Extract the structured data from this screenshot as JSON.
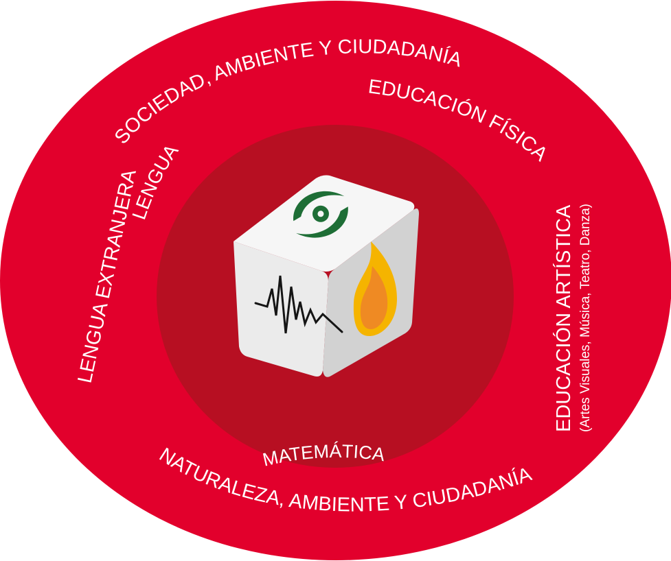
{
  "colors": {
    "outer_ring": "#e2002c",
    "inner_circle": "#b70f22",
    "label_text": "#ffffff",
    "cube_light": "#f7f7f7",
    "cube_mid": "#e8e8e8",
    "cube_dark": "#cdcdcd",
    "cyclone_icon": "#1e6e36",
    "fire_outer": "#f5b400",
    "fire_inner": "#ef8a23",
    "seismic_icon": "#151515"
  },
  "outer_labels": {
    "sociedad": "SOCIEDAD, AMBIENTE Y CIUDADANÍA",
    "educacion_fisica": "EDUCACIÓN FÍSICA",
    "lengua_extranjera": "LENGUA EXTRANJERA",
    "educacion_artistica": "EDUCACIÓN ARTÍSTICA",
    "educacion_artistica_sub": "(Artes Visuales, Música, Teatro, Danza)",
    "naturaleza": "NATURALEZA, AMBIENTE Y CIUDADANÍA"
  },
  "inner_labels": {
    "lengua": "LENGUA",
    "matematica": "MATEMÁTICA"
  },
  "cube": {
    "top_icon": "cyclone-icon",
    "left_icon": "seismic-wave-icon",
    "right_icon": "fire-icon"
  }
}
